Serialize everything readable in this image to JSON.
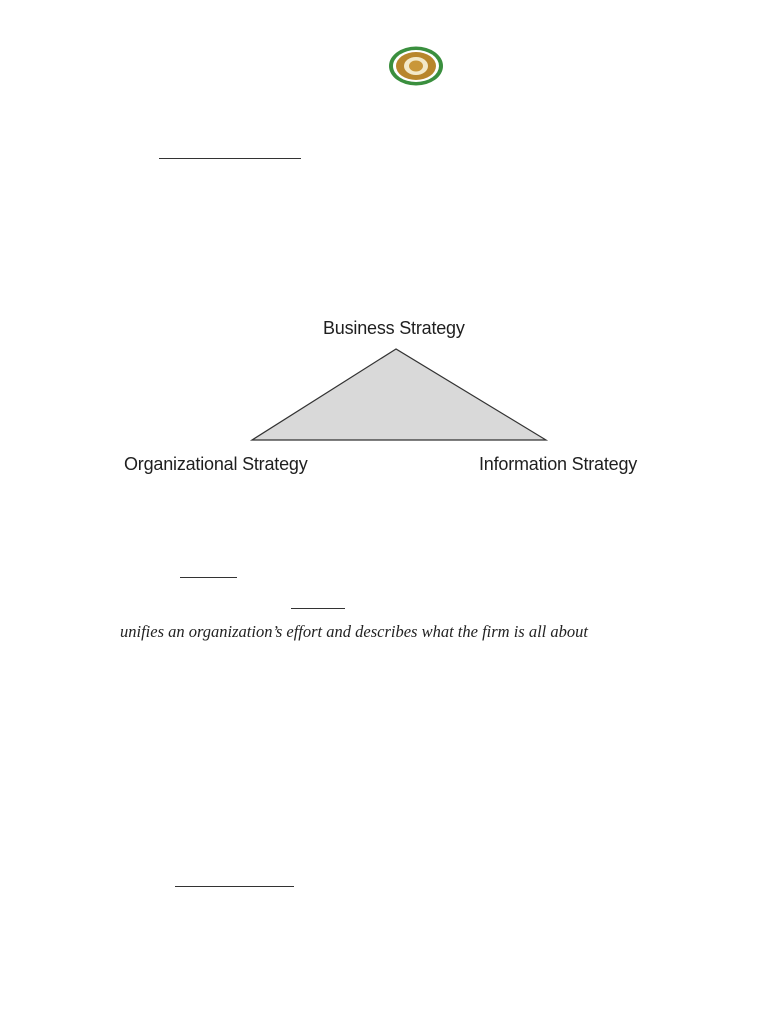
{
  "logo": {
    "icon": "institution-emblem-logo",
    "colors": {
      "ring": "#3a8f3e",
      "inner": "#b8862c",
      "center": "#f3e9c9"
    }
  },
  "diagram": {
    "nodes": {
      "top": "Business Strategy",
      "left": "Organizational Strategy",
      "right": "Information Strategy"
    },
    "fill_color": "#d9d9d9",
    "stroke_color": "#333333"
  },
  "caption": "unifies an organization’s effort and describes what the firm is all about"
}
